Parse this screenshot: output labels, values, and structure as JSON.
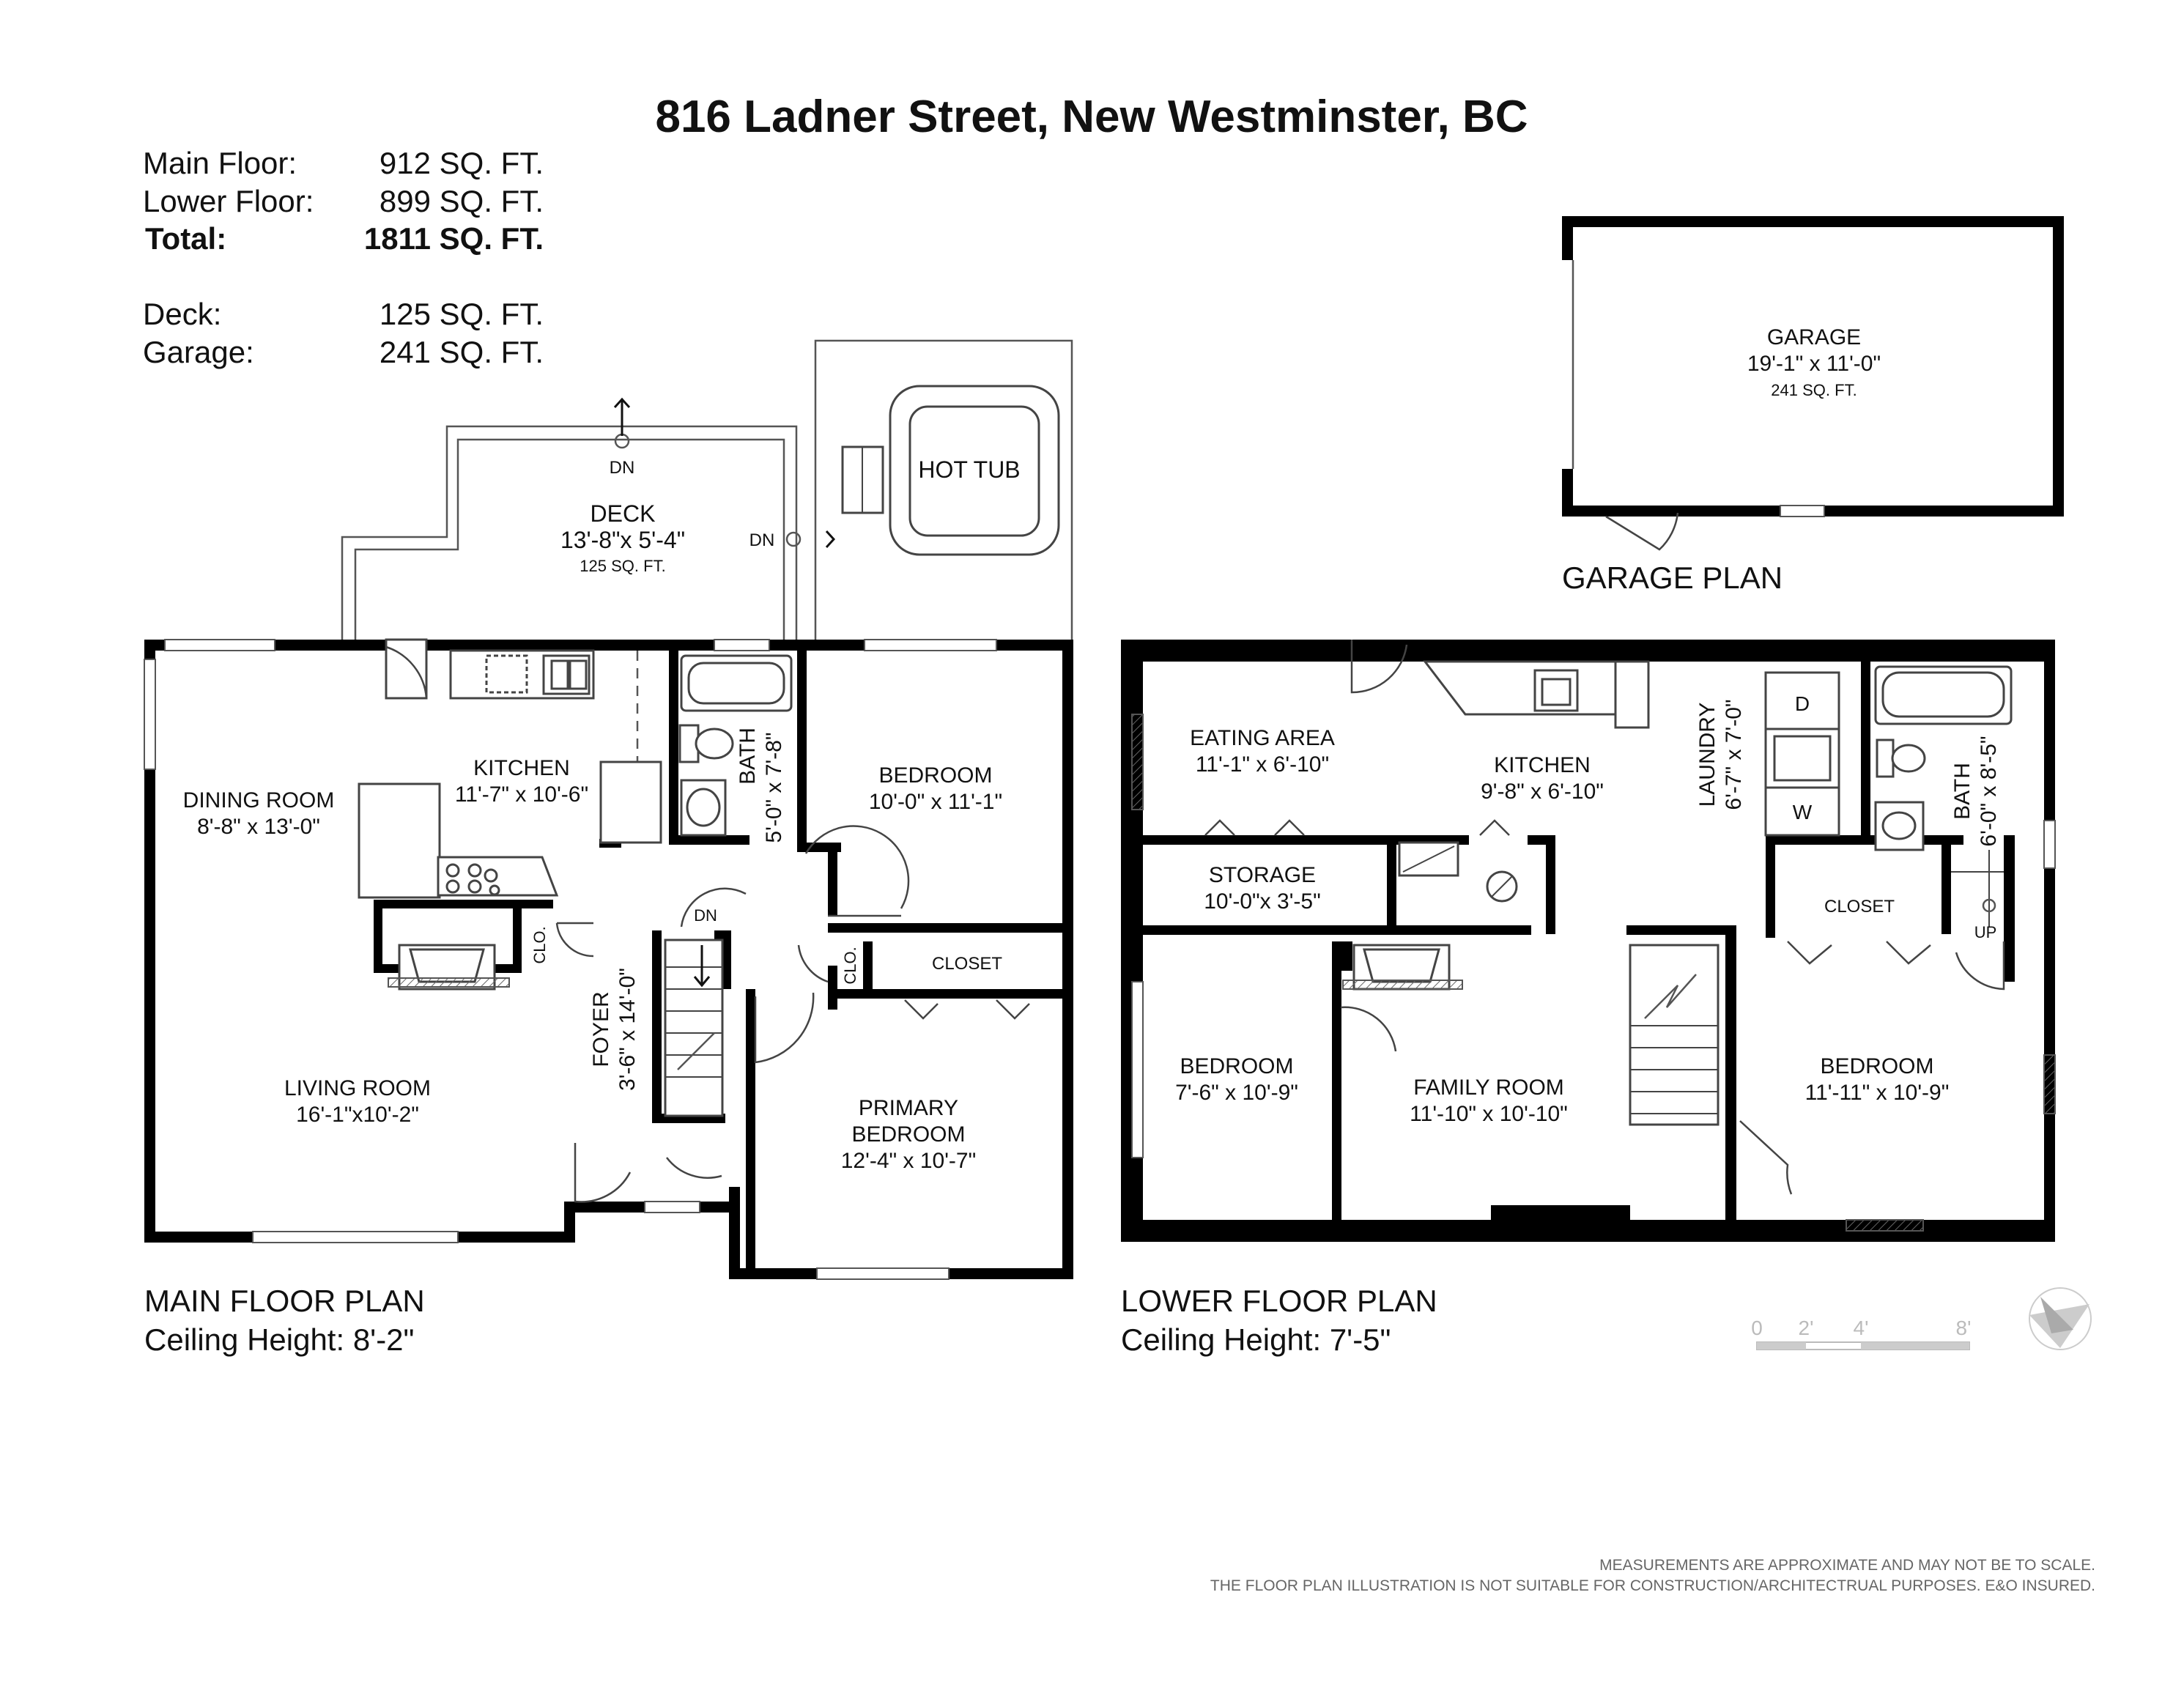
{
  "title": "816 Ladner Street, New Westminster, BC",
  "summary": [
    {
      "label": "Main Floor:",
      "value": "912 SQ. FT.",
      "bold": false
    },
    {
      "label": "Lower Floor:",
      "value": "899 SQ. FT.",
      "bold": false
    },
    {
      "label": "Total:",
      "value": "1811 SQ. FT.",
      "bold": true
    },
    {
      "label": "Deck:",
      "value": "125 SQ. FT.",
      "bold": false
    },
    {
      "label": "Garage:",
      "value": "241 SQ. FT.",
      "bold": false
    }
  ],
  "main_floor": {
    "heading": "MAIN FLOOR PLAN",
    "ceiling": "Ceiling Height: 8'-2\"",
    "rooms": {
      "deck": {
        "name": "DECK",
        "dims": "13'-8\"x 5'-4\"",
        "area": "125 SQ. FT."
      },
      "hot_tub": {
        "name": "HOT TUB"
      },
      "kitchen": {
        "name": "KITCHEN",
        "dims": "11'-7\" x 10'-6\""
      },
      "dining": {
        "name": "DINING ROOM",
        "dims": "8'-8\" x 13'-0\""
      },
      "bath": {
        "name": "BATH",
        "dims": "5'-0\" x 7'-8\""
      },
      "bedroom": {
        "name": "BEDROOM",
        "dims": "10'-0\" x 11'-1\""
      },
      "living": {
        "name": "LIVING ROOM",
        "dims": "16'-1\"x10'-2\""
      },
      "foyer": {
        "name": "FOYER",
        "dims": "3'-6\" x 14'-0\""
      },
      "closet": {
        "name": "CLOSET"
      },
      "clo1": {
        "name": "CLO."
      },
      "clo2": {
        "name": "CLO."
      },
      "primary": {
        "name1": "PRIMARY",
        "name2": "BEDROOM",
        "dims": "12'-4\" x 10'-7\""
      }
    },
    "dn_labels": [
      "DN",
      "DN",
      "DN"
    ]
  },
  "lower_floor": {
    "heading": "LOWER FLOOR PLAN",
    "ceiling": "Ceiling Height: 7'-5\"",
    "rooms": {
      "eating": {
        "name": "EATING AREA",
        "dims": "11'-1\" x 6'-10\""
      },
      "kitchen": {
        "name": "KITCHEN",
        "dims": "9'-8\" x 6'-10\""
      },
      "laundry": {
        "name": "LAUNDRY",
        "dims": "6'-7\" x 7'-0\""
      },
      "bath": {
        "name": "BATH",
        "dims": "6'-0\" x 8'-5\""
      },
      "storage": {
        "name": "STORAGE",
        "dims": "10'-0\"x 3'-5\""
      },
      "closet": {
        "name": "CLOSET"
      },
      "bedroom_a": {
        "name": "BEDROOM",
        "dims": "7'-6\" x 10'-9\""
      },
      "family": {
        "name": "FAMILY ROOM",
        "dims": "11'-10\" x 10'-10\""
      },
      "bedroom_b": {
        "name": "BEDROOM",
        "dims": "11'-11\" x 10'-9\""
      }
    },
    "appliances": {
      "dryer": "D",
      "washer": "W"
    },
    "up_label": "UP"
  },
  "garage": {
    "heading": "GARAGE PLAN",
    "name": "GARAGE",
    "dims": "19'-1\"  x 11'-0\"",
    "area": "241 SQ. FT."
  },
  "scale": [
    "0",
    "2'",
    "4'",
    "8'"
  ],
  "disclaimer": [
    "MEASUREMENTS ARE APPROXIMATE AND MAY NOT BE TO SCALE.",
    "THE FLOOR PLAN ILLUSTRATION IS NOT SUITABLE FOR CONSTRUCTION/ARCHITECTRUAL PURPOSES. E&O INSURED."
  ]
}
